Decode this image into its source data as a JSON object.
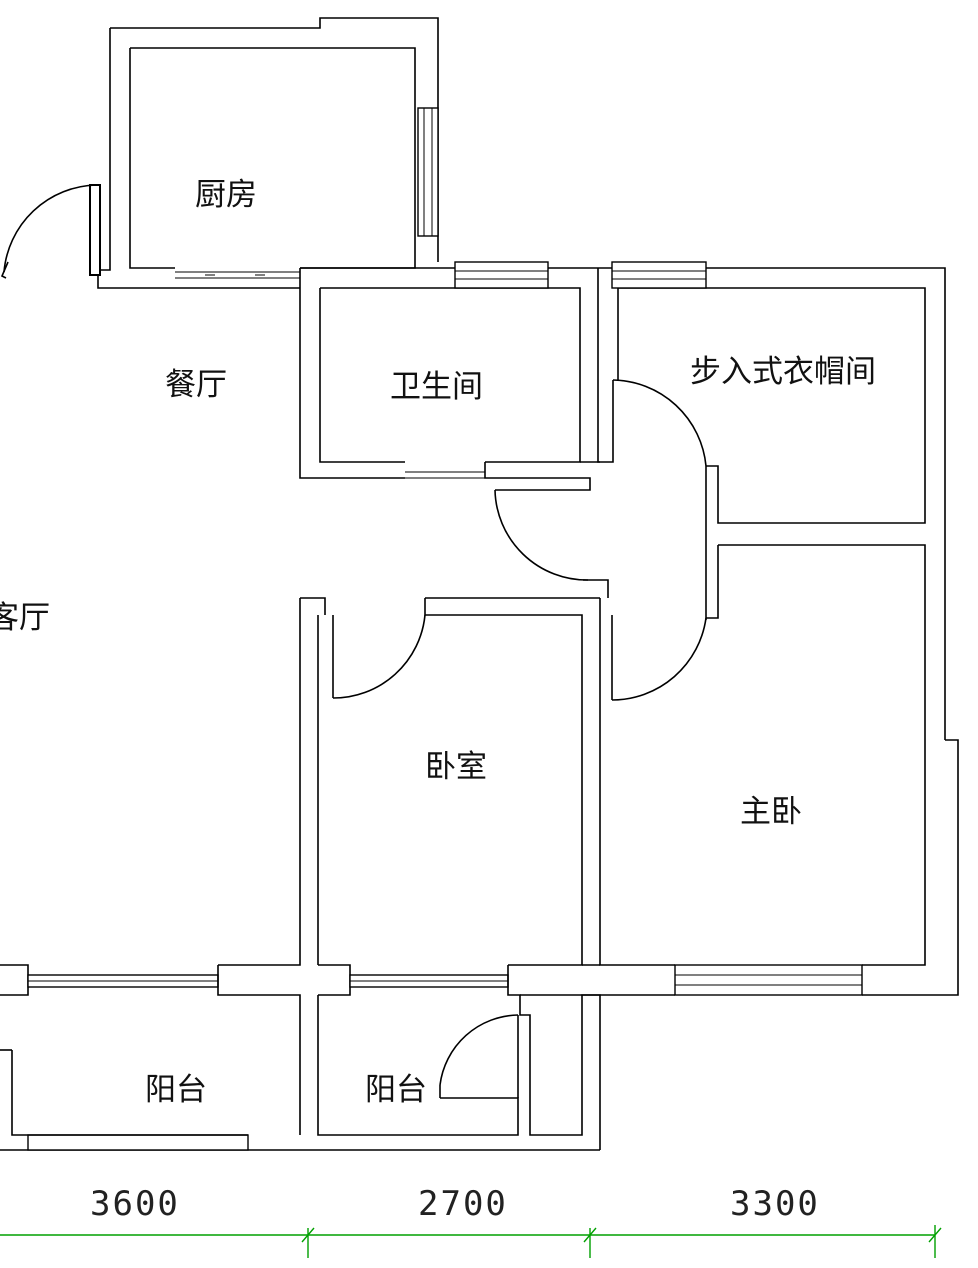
{
  "rooms": {
    "kitchen": "厨房",
    "dining": "餐厅",
    "bathroom": "卫生间",
    "walk_in_closet": "步入式衣帽间",
    "living": "客厅",
    "bedroom": "卧室",
    "master_bedroom": "主卧",
    "balcony_left": "阳台",
    "balcony_right": "阳台"
  },
  "dimensions": {
    "d1": "3600",
    "d2": "2700",
    "d3": "3300"
  },
  "colors": {
    "walls": "#000000",
    "dimension_line": "#00a000",
    "background": "#ffffff"
  }
}
